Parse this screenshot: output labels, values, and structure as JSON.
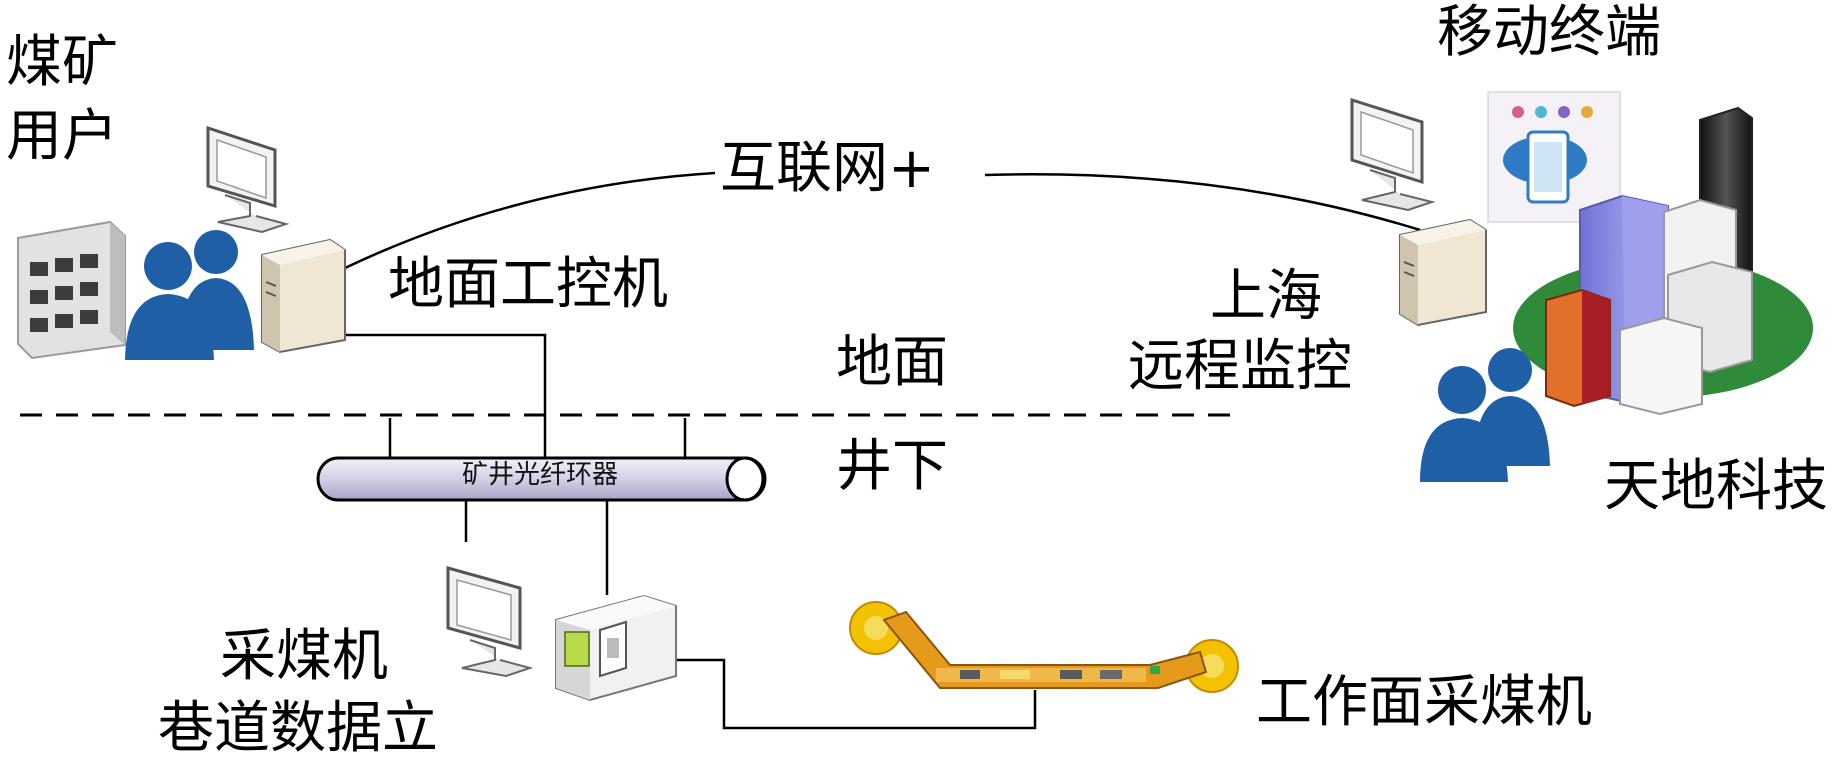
{
  "labels": {
    "coal_mine_user_1": "煤矿",
    "coal_mine_user_2": "用户",
    "internet_plus": "互联网+",
    "mobile_terminal": "移动终端",
    "surface_ipc": "地面工控机",
    "shanghai": "上海",
    "remote_monitoring": "远程监控",
    "surface": "地面",
    "underground": "井下",
    "fiber_ring": "矿井光纤环器",
    "tiandi_tech": "天地科技",
    "shearer": "采煤机",
    "roadway_station": "巷道数据立",
    "face_shearer": "工作面采煤机"
  },
  "colors": {
    "line": "#000000",
    "ring_fill": "#dcd8ea",
    "user_blue": "#1f5fa6",
    "building_gray": "#d9d9d9",
    "tower_purple": "#8c8ee6",
    "shearer_yellow": "#f2c200",
    "shearer_orange": "#e59a1c"
  },
  "icons": [
    "monitor-icon",
    "server-icon",
    "users-icon",
    "building-icon",
    "city-icon",
    "mobile-app-icon",
    "shearer-icon",
    "control-box-icon"
  ]
}
